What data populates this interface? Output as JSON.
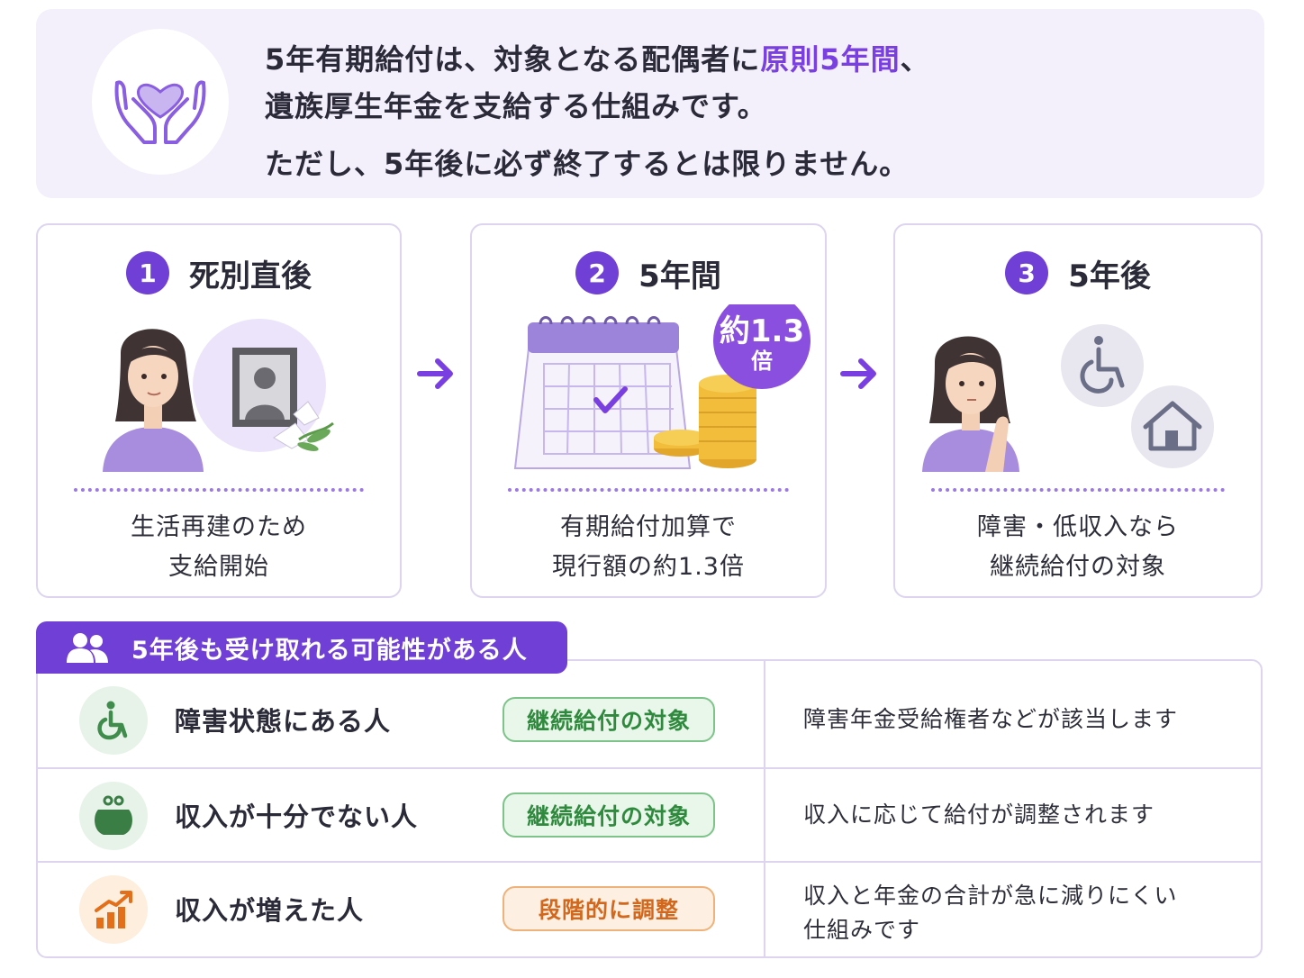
{
  "banner": {
    "line1_pre": "5年有期給付は、対象となる配偶者に",
    "line1_highlight": "原則5年間",
    "line1_post": "、",
    "line2": "遺族厚生年金を支給する仕組みです。",
    "line3": "ただし、5年後に必ず終了するとは限りません。",
    "icon": "hands-heart-icon"
  },
  "steps": [
    {
      "num": "1",
      "title": "死別直後",
      "desc_line1": "生活再建のため",
      "desc_line2": "支給開始"
    },
    {
      "num": "2",
      "title": "5年間",
      "badge_line1": "約1.3",
      "badge_line2": "倍",
      "desc_line1": "有期給付加算で",
      "desc_line2": "現行額の約1.3倍"
    },
    {
      "num": "3",
      "title": "5年後",
      "desc_line1": "障害・低収入なら",
      "desc_line2": "継続給付の対象"
    }
  ],
  "section": {
    "title": "5年後も受け取れる可能性がある人",
    "icon": "people-icon",
    "rows": [
      {
        "icon": "wheelchair-icon",
        "label": "障害状態にある人",
        "status": "継続給付の対象",
        "note_line1": "障害年金受給権者などが該当します",
        "note_line2": ""
      },
      {
        "icon": "purse-icon",
        "label": "収入が十分でない人",
        "status": "継続給付の対象",
        "note_line1": "収入に応じて給付が調整されます",
        "note_line2": ""
      },
      {
        "icon": "rising-chart-icon",
        "label": "収入が増えた人",
        "status": "段階的に調整",
        "note_line1": "収入と年金の合計が急に減りにくい",
        "note_line2": "仕組みです"
      }
    ]
  },
  "colors": {
    "accent": "#6f3fd6",
    "highlight": "#7a3fe0",
    "banner_bg": "#f3effb",
    "green": "#2f8a3e",
    "orange": "#d2681e"
  }
}
